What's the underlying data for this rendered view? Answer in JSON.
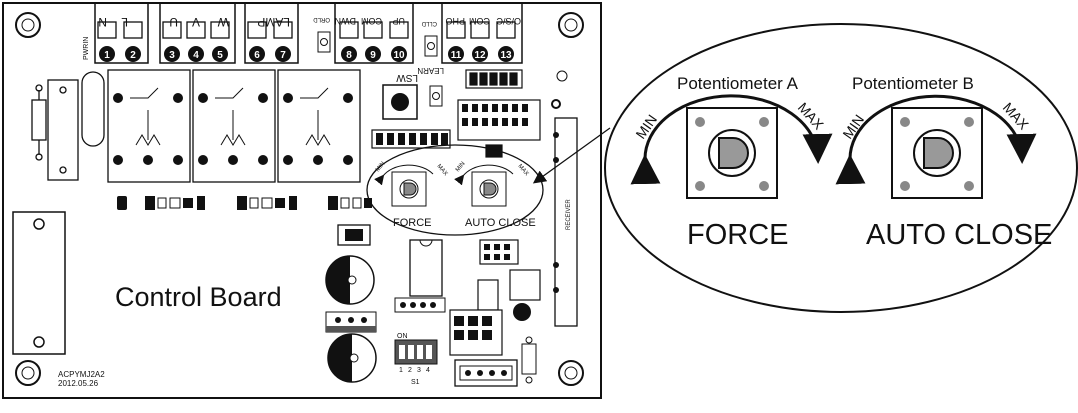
{
  "board": {
    "title": "Control Board",
    "model": "ACPYMJ2A2",
    "date": "2012.05.26",
    "pwrin": "PWRIN",
    "header_left": [
      "L",
      "N",
      "W",
      "V",
      "U",
      "W",
      "LAMP",
      "DWN",
      "COM",
      "UP",
      "PHO",
      "COM",
      "O/S/C"
    ],
    "terminals": [
      "1",
      "2",
      "3",
      "4",
      "5",
      "6",
      "7",
      "8",
      "9",
      "10",
      "11",
      "12",
      "13"
    ],
    "led_labels": [
      "ORLD",
      "CLLD"
    ],
    "learn": "LEARN",
    "lsw": "LSW",
    "small_pot_labels": [
      "FORCE",
      "AUTO CLOSE"
    ],
    "min_label": "MIN",
    "max_label": "MAX",
    "dip_on": "ON",
    "dip_numbers": [
      "1",
      "2",
      "3",
      "4"
    ],
    "dip_name": "S1",
    "vertical_part": "RECEIVER"
  },
  "zoom": {
    "pot_a_title": "Potentiometer A",
    "pot_b_title": "Potentiometer B",
    "pot_a_label": "FORCE",
    "pot_b_label": "AUTO CLOSE",
    "min": "MIN",
    "max": "MAX"
  }
}
